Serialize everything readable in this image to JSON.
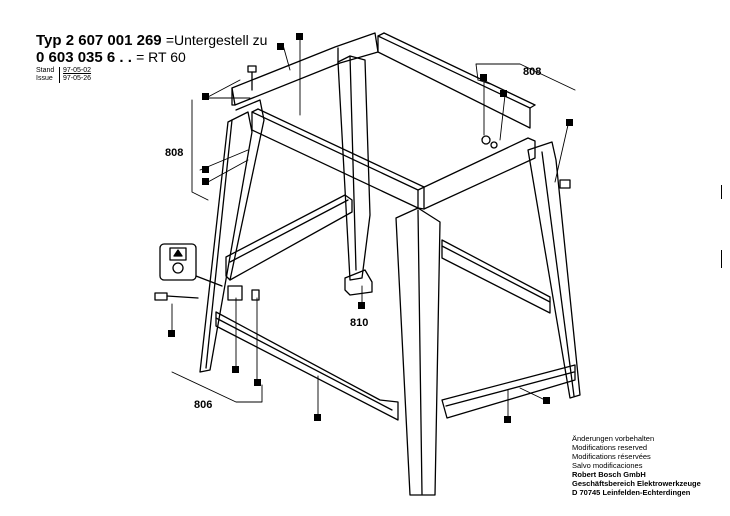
{
  "header": {
    "line1_prefix": "Typ 2 607 001 269",
    "line1_suffix": "=Untergestell zu",
    "line2_prefix": "0 603 035 6 . .",
    "line2_suffix": "= RT 60"
  },
  "meta": {
    "stand_label": "Stand",
    "stand_value": "97-05-02",
    "issue_label": "Issue",
    "issue_value": "97-05-26"
  },
  "part_numbers": {
    "top_right": "808",
    "left": "808",
    "bottom_left": "806",
    "center": "810"
  },
  "notes": {
    "line1": "Änderungen vorbehalten",
    "line2": "Modifications reserved",
    "line3": "Modifications réservées",
    "line4": "Salvo modificaciones",
    "company": "Robert Bosch GmbH",
    "division": "Geschäftsbereich Elektrowerkzeuge",
    "address": "D 70745 Leinfelden-Echterdingen"
  }
}
